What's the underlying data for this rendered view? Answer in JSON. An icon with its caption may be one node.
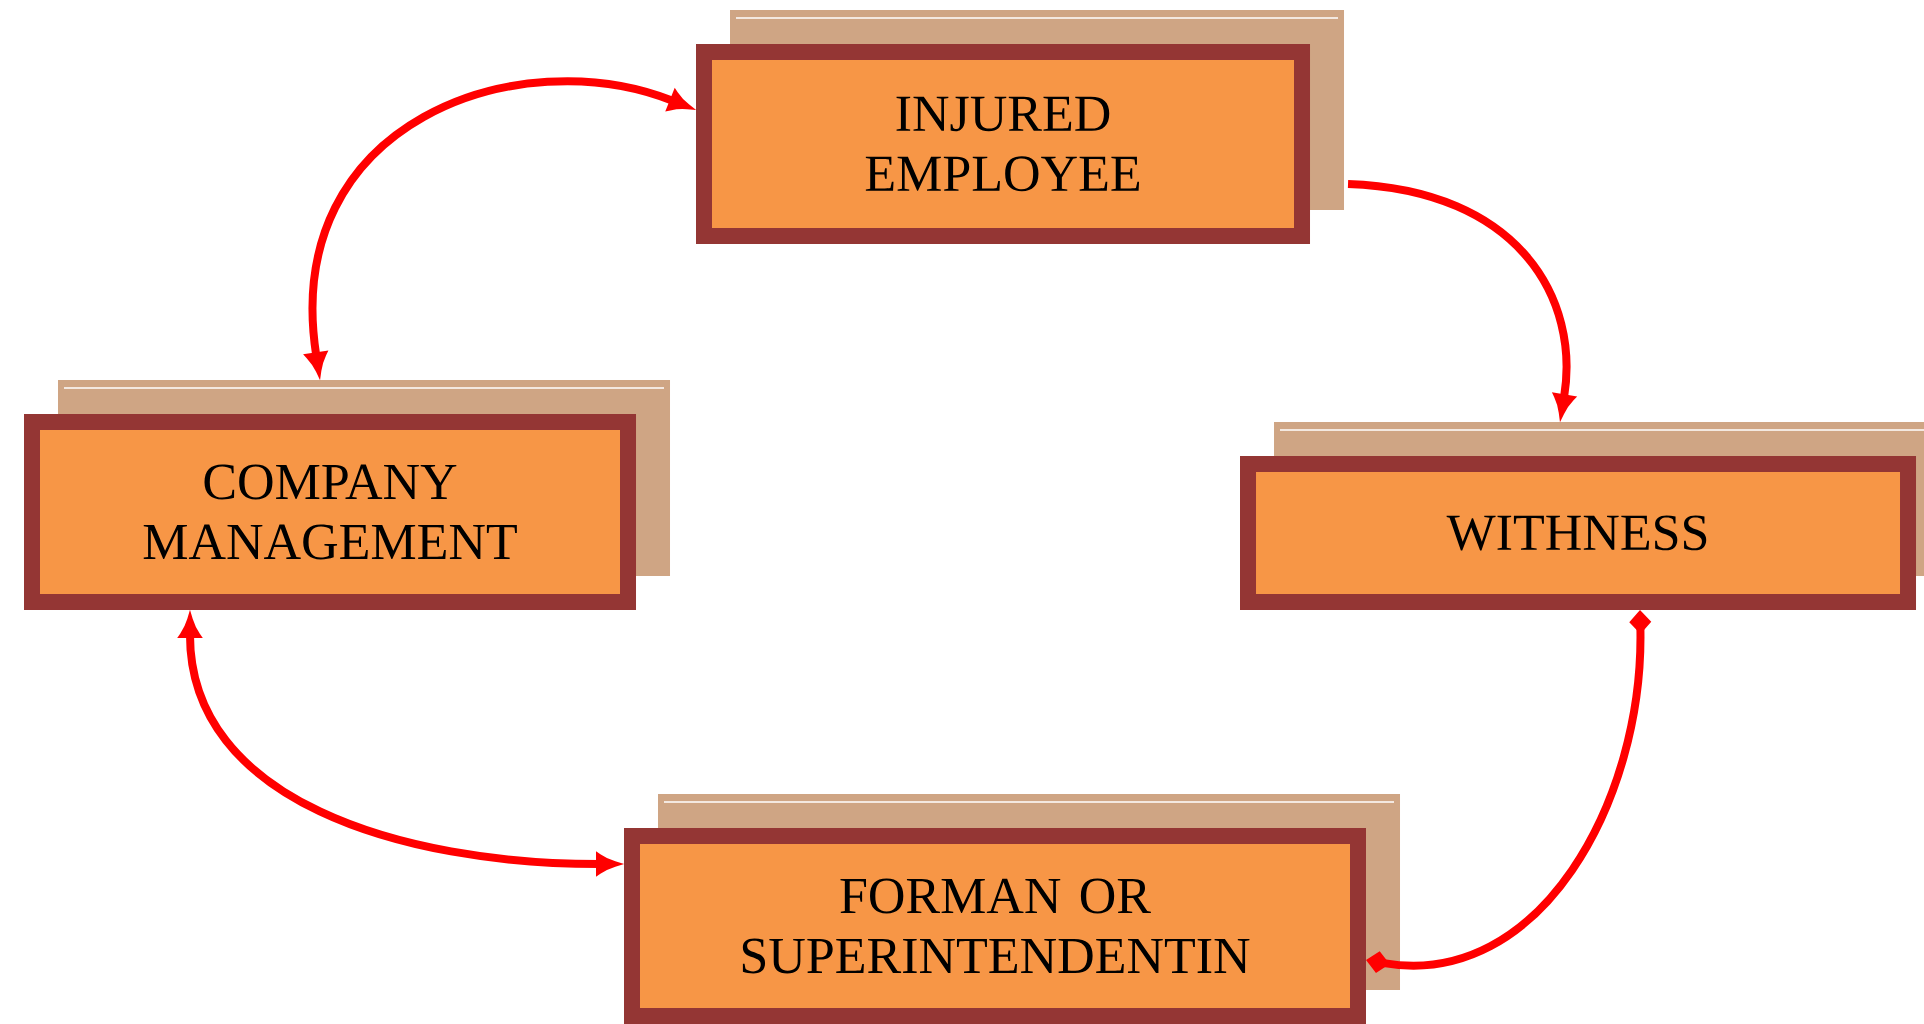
{
  "diagram": {
    "nodes": [
      {
        "text": [
          "INJURED EMPLOYEE"
        ]
      },
      {
        "text": [
          "COMPANY MANAGEMENT"
        ]
      },
      {
        "text": [
          "WITHNESS"
        ]
      },
      {
        "text": [
          "FORMAN OR SUPERINTENDENTIN"
        ]
      }
    ],
    "edges": [
      {
        "from": 1,
        "to": 0,
        "arrow": "both"
      },
      {
        "from": 0,
        "to": 2,
        "arrow": "to"
      },
      {
        "from": 2,
        "to": 3,
        "arrow": "other"
      },
      {
        "from": 1,
        "to": 3,
        "arrow": "both"
      }
    ]
  }
}
